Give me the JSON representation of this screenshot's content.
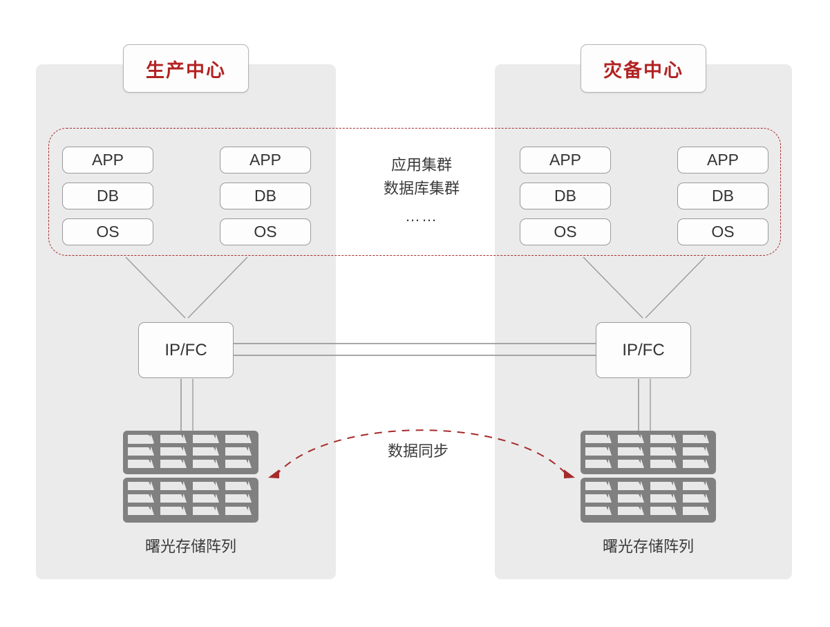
{
  "diagram": {
    "title_production": "生产中心",
    "title_dr": "灾备中心",
    "cluster_caption_line1": "应用集群",
    "cluster_caption_line2": "数据库集群",
    "cluster_caption_dots": "……",
    "sync_label": "数据同步",
    "colors": {
      "panel_bg": "#ebebeb",
      "accent_red": "#b22222",
      "dashed_red": "#a62a2a",
      "box_border": "#9a9a9a",
      "text": "#333333",
      "storage_gray": "#808080",
      "storage_cell": "#e8e8e8",
      "wire": "#8c8c8c"
    },
    "production": {
      "node_stacks": [
        {
          "layers": [
            "APP",
            "DB",
            "OS"
          ]
        },
        {
          "layers": [
            "APP",
            "DB",
            "OS"
          ]
        }
      ],
      "fabric_label": "IP/FC",
      "storage_label": "曙光存储阵列"
    },
    "dr": {
      "node_stacks": [
        {
          "layers": [
            "APP",
            "DB",
            "OS"
          ]
        },
        {
          "layers": [
            "APP",
            "DB",
            "OS"
          ]
        }
      ],
      "fabric_label": "IP/FC",
      "storage_label": "曙光存储阵列"
    }
  }
}
